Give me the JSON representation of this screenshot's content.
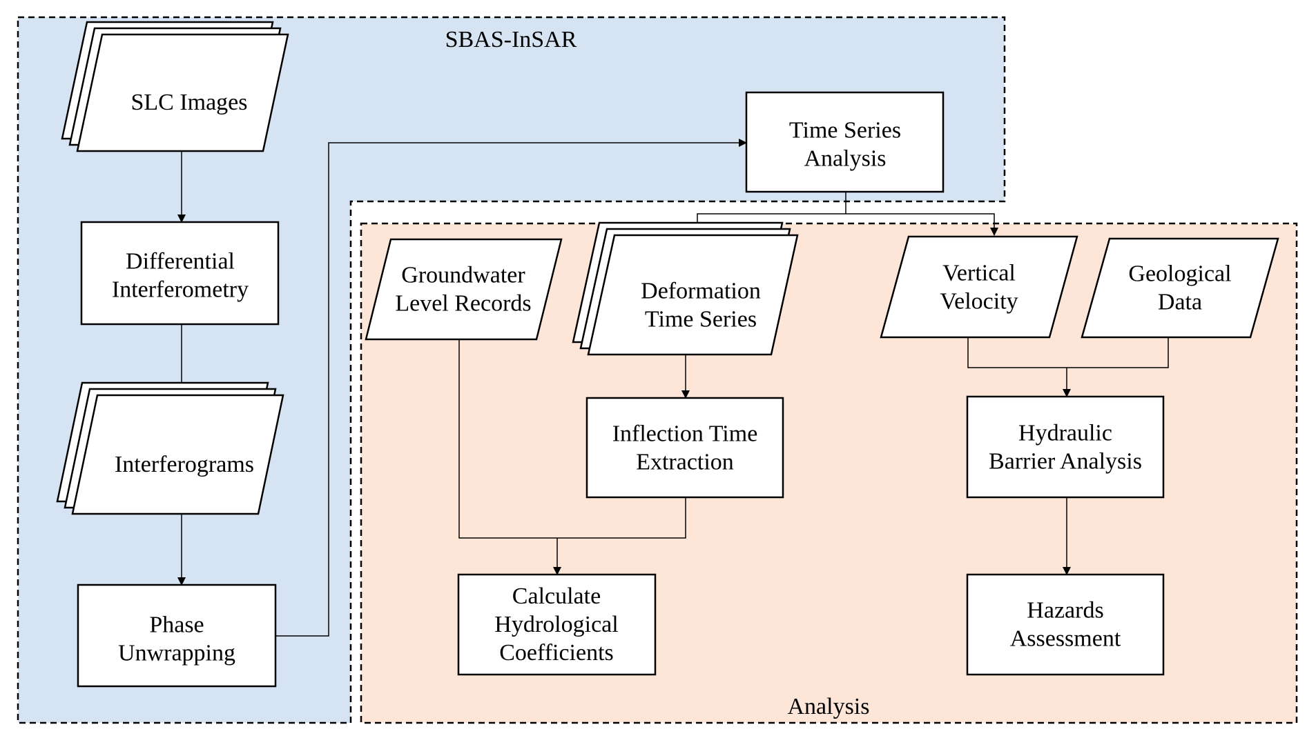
{
  "colors": {
    "sbas_fill": "#d6e3f3",
    "analysis_fill": "#fde5d8",
    "line": "#000000",
    "box_fill": "#ffffff"
  },
  "regions": {
    "sbas_title": "SBAS-InSAR",
    "analysis_title": "Analysis"
  },
  "nodes": {
    "slc_images": {
      "lines": [
        "SLC Images"
      ],
      "shape": "stacked-parallelogram"
    },
    "differential_interferometry": {
      "lines": [
        "Differential",
        "Interferometry"
      ],
      "shape": "rectangle"
    },
    "interferograms": {
      "lines": [
        "Interferograms"
      ],
      "shape": "stacked-parallelogram"
    },
    "phase_unwrapping": {
      "lines": [
        "Phase",
        "Unwrapping"
      ],
      "shape": "rectangle"
    },
    "time_series_analysis": {
      "lines": [
        "Time Series",
        "Analysis"
      ],
      "shape": "rectangle"
    },
    "groundwater_level_records": {
      "lines": [
        "Groundwater",
        "Level Records"
      ],
      "shape": "parallelogram"
    },
    "deformation_time_series": {
      "lines": [
        "Deformation",
        "Time Series"
      ],
      "shape": "stacked-parallelogram"
    },
    "vertical_velocity": {
      "lines": [
        "Vertical",
        "Velocity"
      ],
      "shape": "parallelogram"
    },
    "geological_data": {
      "lines": [
        "Geological",
        "Data"
      ],
      "shape": "parallelogram"
    },
    "inflection_time_extraction": {
      "lines": [
        "Inflection Time",
        "Extraction"
      ],
      "shape": "rectangle"
    },
    "hydraulic_barrier_analysis": {
      "lines": [
        "Hydraulic",
        "Barrier Analysis"
      ],
      "shape": "rectangle"
    },
    "calculate_hydrological_coefficients": {
      "lines": [
        "Calculate",
        "Hydrological",
        "Coefficients"
      ],
      "shape": "rectangle"
    },
    "hazards_assessment": {
      "lines": [
        "Hazards",
        "Assessment"
      ],
      "shape": "rectangle"
    }
  },
  "edges": [
    {
      "from": "slc_images",
      "to": "differential_interferometry"
    },
    {
      "from": "differential_interferometry",
      "to": "interferograms"
    },
    {
      "from": "interferograms",
      "to": "phase_unwrapping"
    },
    {
      "from": "phase_unwrapping",
      "to": "time_series_analysis"
    },
    {
      "from": "time_series_analysis",
      "to": "deformation_time_series"
    },
    {
      "from": "time_series_analysis",
      "to": "vertical_velocity"
    },
    {
      "from": "deformation_time_series",
      "to": "inflection_time_extraction"
    },
    {
      "from": "vertical_velocity",
      "to": "hydraulic_barrier_analysis"
    },
    {
      "from": "geological_data",
      "to": "hydraulic_barrier_analysis"
    },
    {
      "from": "groundwater_level_records",
      "to": "calculate_hydrological_coefficients"
    },
    {
      "from": "inflection_time_extraction",
      "to": "calculate_hydrological_coefficients"
    },
    {
      "from": "hydraulic_barrier_analysis",
      "to": "hazards_assessment"
    }
  ]
}
